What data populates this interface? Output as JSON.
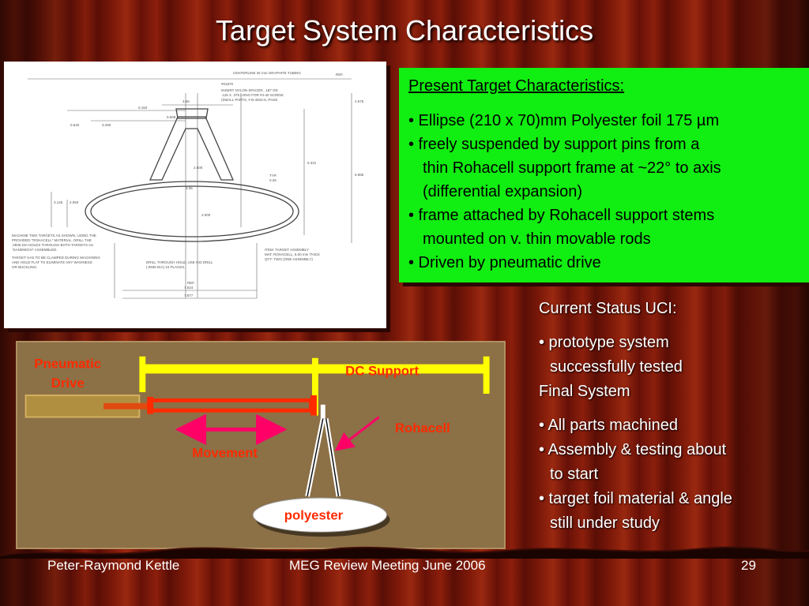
{
  "slide": {
    "title": "Target System Characteristics",
    "drawing": {
      "labels": {
        "graphite": "CENTERLINE 3¢ mm GRAPHITE TUBING",
        "ref": "REF.",
        "typ": "TYP.",
        "part": "#01870",
        "insert1": "INSERT NYLON SPACER, .187 OD",
        "insert2": ".125 X .375 LONG FOR #4-40 SCREW.",
        "insert3": "(SMALL PARTS, # B-4934-5, PAGE",
        "d356": "3.56",
        "d0150": "0.150",
        "d0640": "0.640",
        "d3290": "3.290",
        "d0608": "0.608",
        "d2675": "2.675",
        "d5331": "5.331",
        "d6985": "6.985",
        "d3145": "3.145",
        "d2050": "2.050",
        "d2500": "2.500",
        "d3050": "3.05",
        "d0250": "0.25",
        "d2000": "2.000",
        "d7624": "7.624",
        "d7877": "7.877",
        "note1": "MACHINE TWO TARGETS AS SHOWN, USING THE",
        "note2": "PROVIDED \"ROHACELL\" MATERIAL. DRILL THE",
        "note3": ".0935 DIA HOLES THROUGH BOTH TARGETS AS",
        "note4": "\"SANDWICH\" ASSEMBLED.",
        "note5": "TARGET HAS TO BE CLAMPED DURING MACHINING",
        "note6": "AND HOLD FLAT TO ELIMINATE ANY WAVINESS",
        "note7": "OR BUCKLING.",
        "drill1": "DRILL THROUGH HOLE, USE #43 DRILL",
        "drill2": "(.0935 DIA) 10 PLACES.",
        "item": "ITEM:   TARGET ASSEMBLY",
        "mat": "MAT:   ROHACELL, 5.00 mm THICK",
        "qty": "QTY:   TWO (ONE ASSEMBLY)"
      }
    },
    "characteristics": {
      "heading": "Present Target Characteristics:",
      "b1": "• Ellipse (210 x 70)mm Polyester foil 175 µm",
      "b2": "• freely suspended by support pins from a",
      "b2c1": "thin Rohacell support frame at ~22° to axis",
      "b2c2": "(differential expansion)",
      "b3": "• frame attached by Rohacell support stems",
      "b3c1": "mounted on v. thin movable rods",
      "b4": "• Driven by pneumatic drive"
    },
    "status": {
      "heading1": "Current Status UCI:",
      "s1": "• prototype system",
      "s1c": "successfully tested",
      "heading2": "Final System",
      "f1": "• All parts machined",
      "f2": "• Assembly & testing about",
      "f2c": "to start",
      "f3": "• target foil material & angle",
      "f3c": "still under study"
    },
    "schematic": {
      "pneumatic1": "Pneumatic",
      "pneumatic2": "Drive",
      "dc_support": "DC Support",
      "rohacell": "Rohacell",
      "movement": "Movement",
      "polyester": "polyester"
    },
    "footer": {
      "author": "Peter-Raymond Kettle",
      "meeting": "MEG Review Meeting June 2006",
      "page": "29"
    },
    "colors": {
      "green_box": "#11ee11",
      "schematic_bg": "#8c7046",
      "yellow": "#ffff00",
      "red": "#ff2a00",
      "magenta": "#ff0066"
    }
  }
}
